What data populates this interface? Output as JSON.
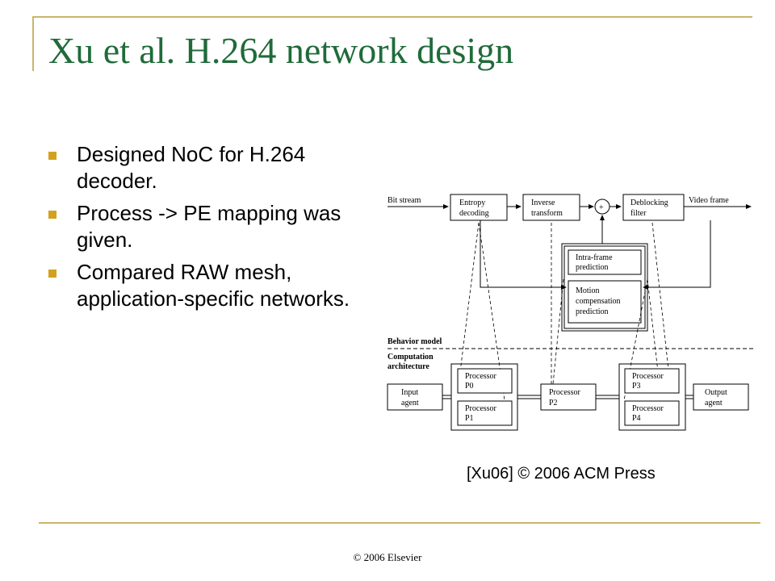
{
  "slide": {
    "title": "Xu et al. H.264 network design",
    "bullets": [
      "Designed NoC for H.264 decoder.",
      "Process -> PE mapping was given.",
      "Compared RAW mesh, application-specific networks."
    ],
    "credit": "[Xu06] © 2006 ACM Press",
    "footer": "© 2006 Elsevier"
  },
  "diagram": {
    "bit_stream": "Bit stream",
    "entropy_1": "Entropy",
    "entropy_2": "decoding",
    "inverse_1": "Inverse",
    "inverse_2": "transform",
    "plus": "+",
    "deblock_1": "Deblocking",
    "deblock_2": "filter",
    "video_frame": "Video frame",
    "intra_1": "Intra-frame",
    "intra_2": "prediction",
    "motion_1": "Motion",
    "motion_2": "compensation",
    "motion_3": "prediction",
    "behavior_model": "Behavior model",
    "computation_1": "Computation",
    "computation_2": "architecture",
    "input_1": "Input",
    "input_2": "agent",
    "p0_1": "Processor",
    "p0_2": "P0",
    "p1_1": "Processor",
    "p1_2": "P1",
    "p2_1": "Processor",
    "p2_2": "P2",
    "p3_1": "Processor",
    "p3_2": "P3",
    "p4_1": "Processor",
    "p4_2": "P4",
    "output_1": "Output",
    "output_2": "agent"
  },
  "colors": {
    "title": "#1f6b3a",
    "rule": "#cbb46a",
    "bullet": "#d4a11e"
  }
}
